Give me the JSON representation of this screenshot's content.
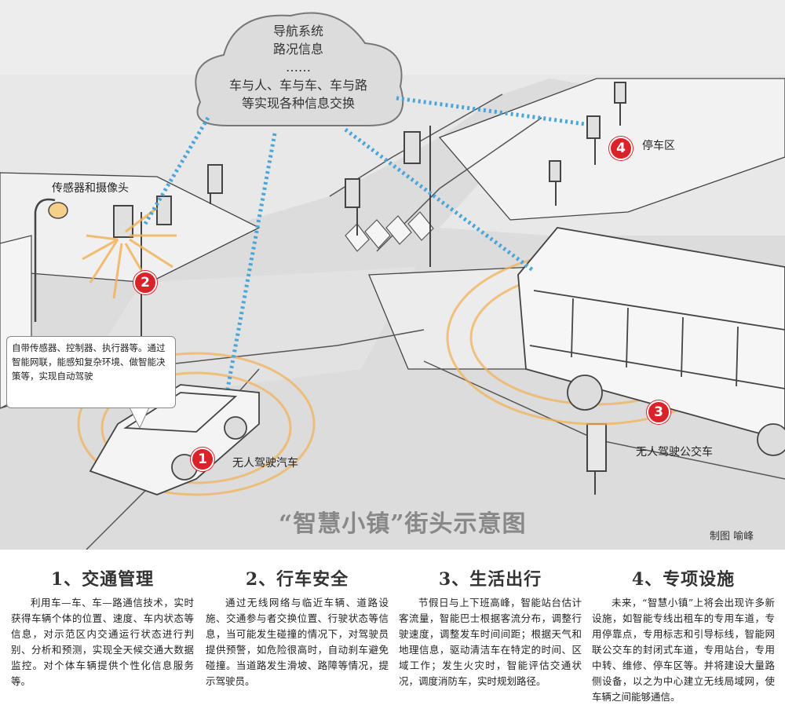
{
  "cloud": {
    "line1": "导航系统",
    "line2": "路况信息",
    "line3": "……",
    "line4": "车与人、车与车、车与路",
    "line5": "等实现各种信息交换"
  },
  "labels": {
    "sensor": "传感器和摄像头",
    "parking": "停车区",
    "car": "无人驾驶汽车",
    "bus": "无人驾驶公交车"
  },
  "callout": {
    "text": "自带传感器、控制器、执行器等。通过智能网联，能感知复杂环境、做智能决策等，实现自动驾驶"
  },
  "badges": {
    "b1": "1",
    "b2": "2",
    "b3": "3",
    "b4": "4"
  },
  "title": "“智慧小镇”街头示意图",
  "credit": "制图 喻峰",
  "sections": [
    {
      "heading": "1、交通管理",
      "body": "利用车—车、车—路通信技术，实时获得车辆个体的位置、速度、车内状态等信息，对示范区内交通运行状态进行判别、分析和预测，实现全天候交通大数据监控。对个体车辆提供个性化信息服务等。"
    },
    {
      "heading": "2、行车安全",
      "body": "通过无线网络与临近车辆、道路设施、交通参与者交换位置、行驶状态等信息，当可能发生碰撞的情况下，对驾驶员提供预警，如危险很高时，自动刹车避免碰撞。当道路发生滑坡、路障等情况，提示驾驶员。"
    },
    {
      "heading": "3、生活出行",
      "body": "节假日与上下班高峰，智能站台估计客流量，智能巴士根据客流分布，调整行驶速度，调整发车时间间距；根据天气和地理信息，驱动清洁车在特定的时间、区域工作；发生火灾时，智能评估交通状况，调度消防车，实时规划路径。"
    },
    {
      "heading": "4、专项设施",
      "body": "未来，“智慧小镇”上将会出现许多新设施，如智能专线出租车的专用车道，专用停靠点，专用标志和引导标线，智能网联公交车的封闭式车道，专用站台，专用中转、维修、停车区等。并将建设大量路侧设备，以之为中心建立无线局域网，使车辆之间能够通信。"
    }
  ],
  "colors": {
    "badge": "#d8232a",
    "signal": "#4aa6d8",
    "glow": "#f2b35a"
  }
}
